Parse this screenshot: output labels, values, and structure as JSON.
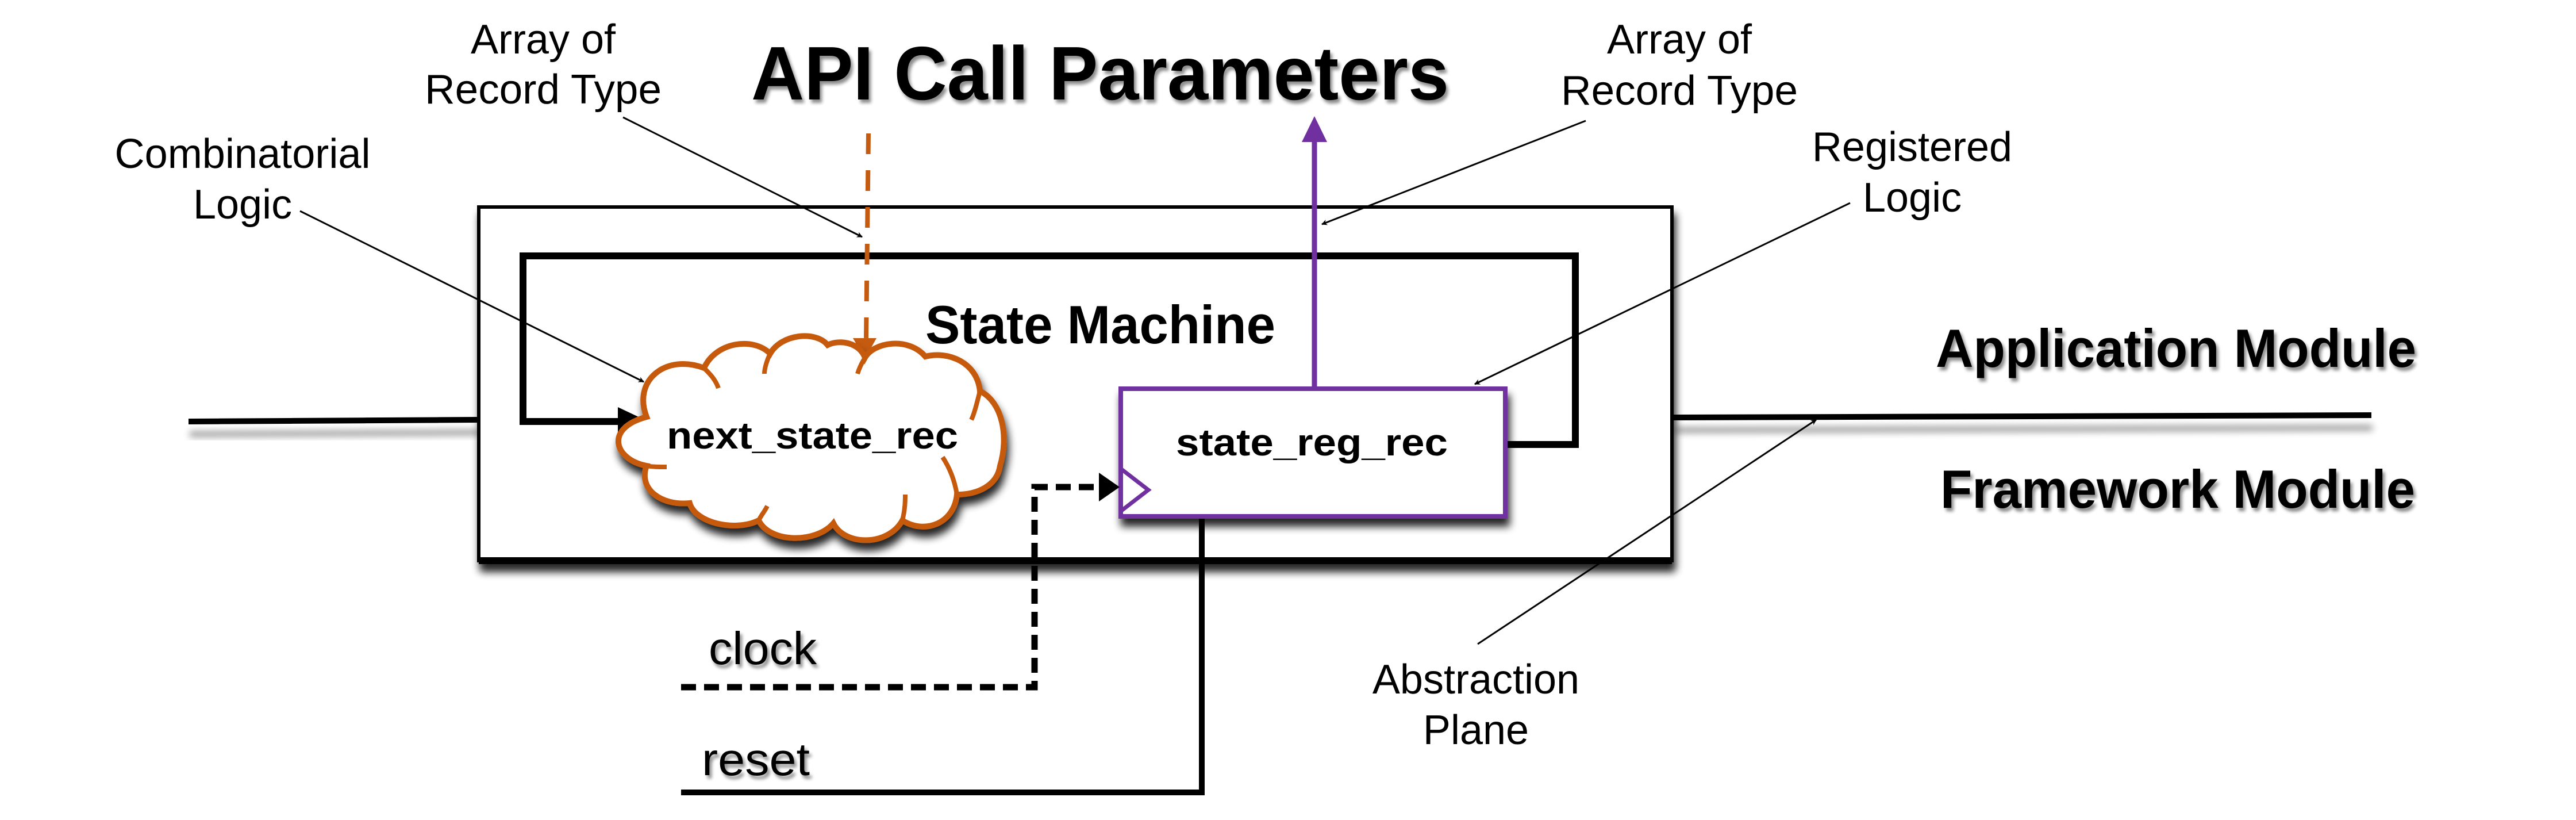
{
  "title": "API Call Parameters",
  "colors": {
    "input_param": "#C55A11",
    "output_param": "#7030A0",
    "line": "#000000",
    "background": "#FFFFFF"
  },
  "state_machine": {
    "label": "State Machine",
    "combinatorial_block": "next_state_rec",
    "register_block": "state_reg_rec"
  },
  "modules": {
    "application": "Application Module",
    "framework": "Framework Module"
  },
  "signals": {
    "clock": "clock",
    "reset": "reset"
  },
  "annotations": {
    "combinatorial_logic": [
      "Combinatorial",
      "Logic"
    ],
    "input_array": [
      "Array of",
      "Record Type"
    ],
    "output_array": [
      "Array of",
      "Record Type"
    ],
    "registered_logic": [
      "Registered",
      "Logic"
    ],
    "abstraction_plane": [
      "Abstraction",
      "Plane"
    ]
  }
}
